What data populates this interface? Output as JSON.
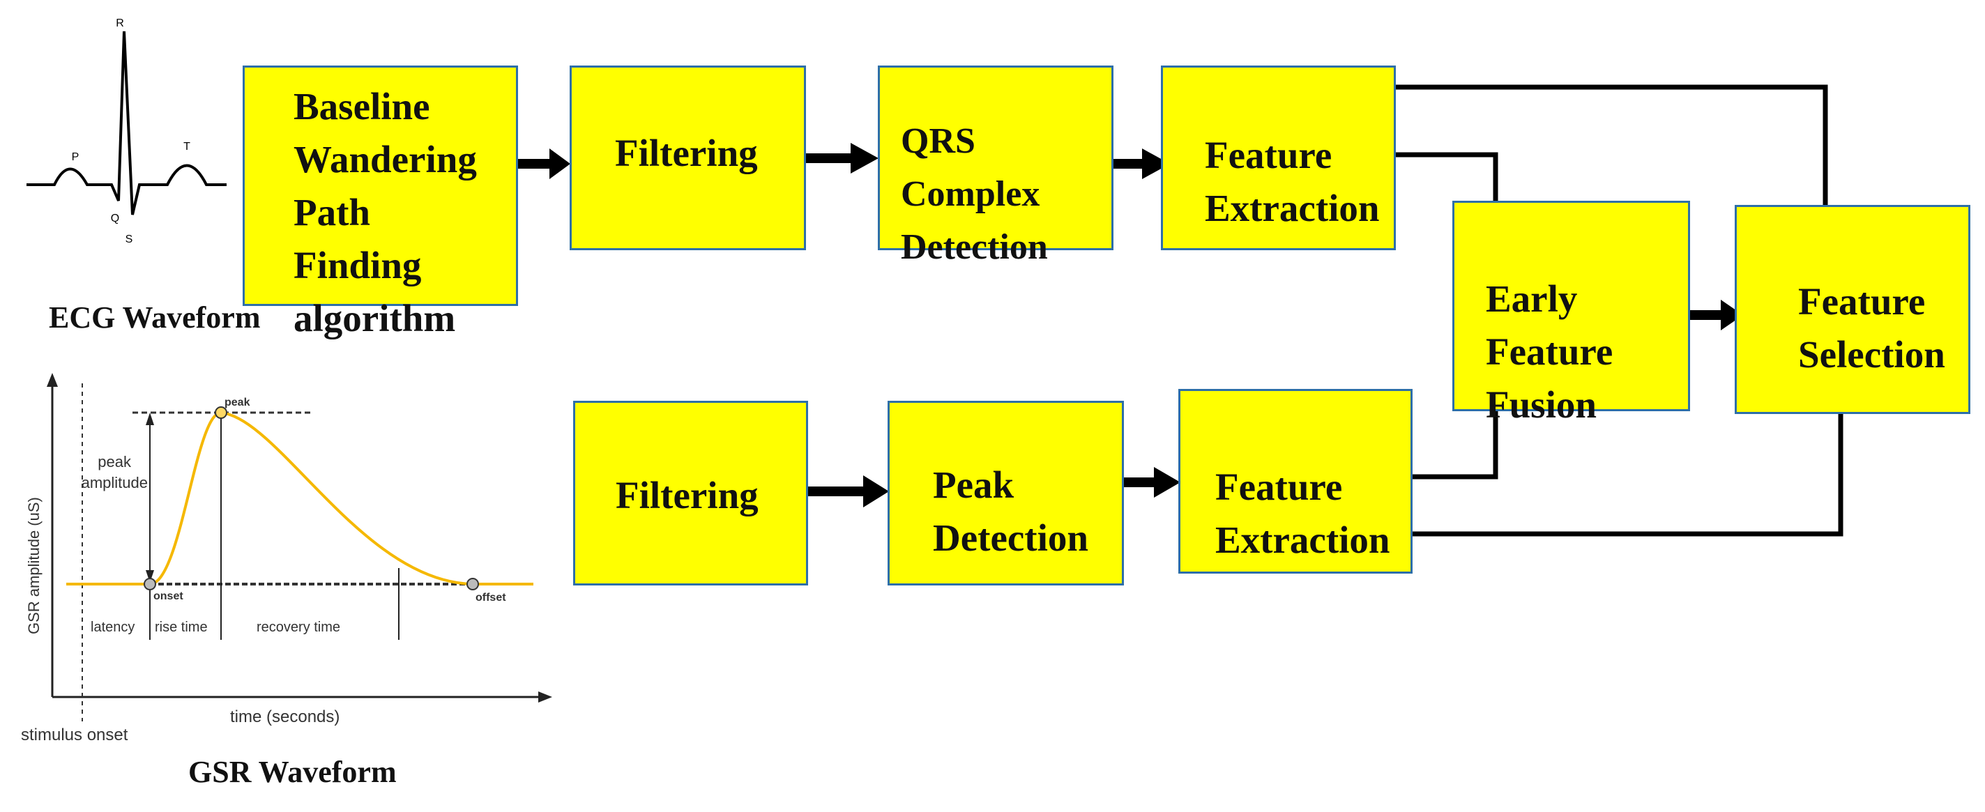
{
  "colors": {
    "box_fill": "#ffff00",
    "box_border": "#2e6fa8",
    "gsr_curve": "#f5b800",
    "line": "#000000"
  },
  "ecg": {
    "caption": "ECG Waveform",
    "labels": {
      "p": "P",
      "q": "Q",
      "r": "R",
      "s": "S",
      "t": "T"
    }
  },
  "gsr": {
    "caption": "GSR Waveform",
    "y_axis": "GSR amplitude (uS)",
    "x_axis": "time (seconds)",
    "stimulus": "stimulus onset",
    "peak": "peak",
    "peak_amplitude": [
      "peak",
      "amplitude"
    ],
    "onset": "onset",
    "offset": "offset",
    "latency": "latency",
    "rise_time": "rise time",
    "recovery_time": "recovery time"
  },
  "ecg_pipeline": {
    "baseline": "Baseline\nWandering Path\nFinding\nalgorithm",
    "filtering": "Filtering",
    "qrs": "QRS Complex\nDetection",
    "feature_extraction": "Feature\nExtraction"
  },
  "gsr_pipeline": {
    "filtering": "Filtering",
    "peak_detection": "Peak\nDetection",
    "feature_extraction": "Feature\nExtraction"
  },
  "fusion": "Early Feature\nFusion",
  "selection": "Feature\nSelection"
}
